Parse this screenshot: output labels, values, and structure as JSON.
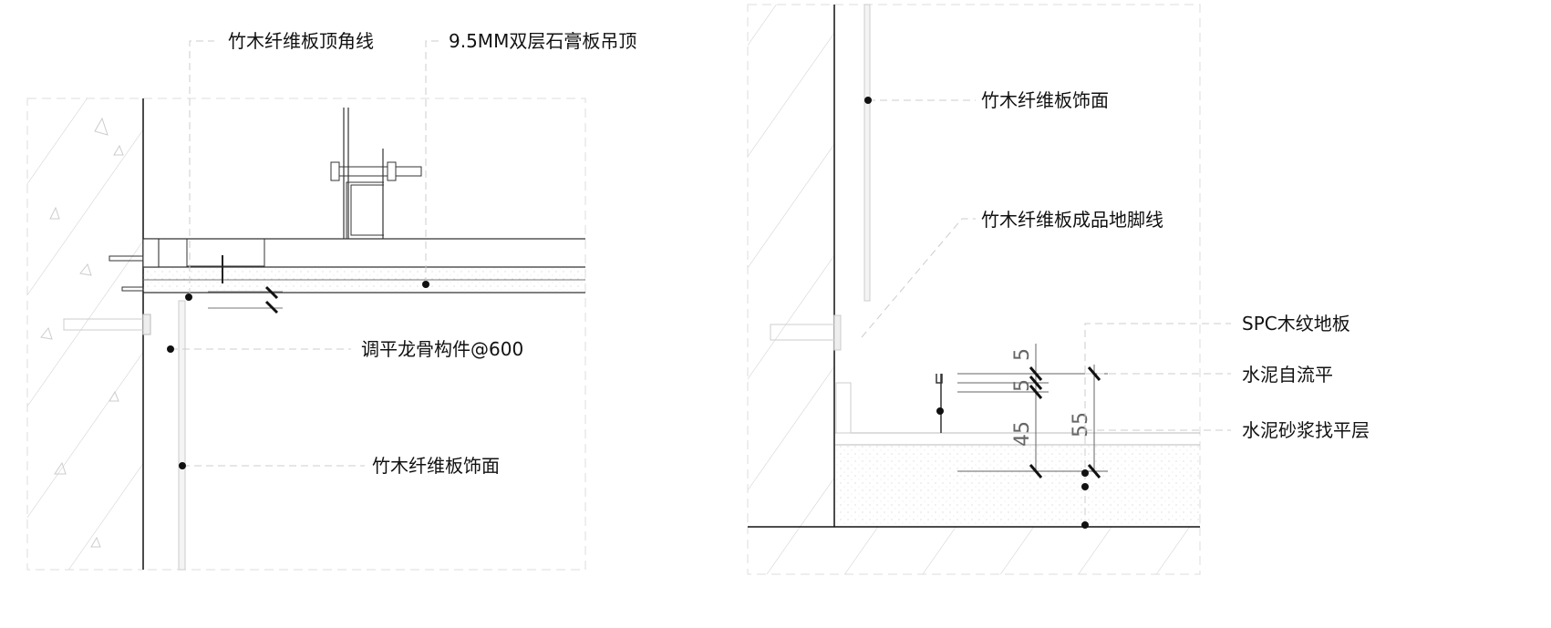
{
  "left_detail": {
    "labels": {
      "cornice": "竹木纤维板顶角线",
      "ceiling": "9.5MM双层石膏板吊顶",
      "keel": "调平龙骨构件@600",
      "wall_finish": "竹木纤维板饰面"
    }
  },
  "right_detail": {
    "labels": {
      "wall_finish": "竹木纤维板饰面",
      "skirting": "竹木纤维板成品地脚线",
      "spc_floor": "SPC木纹地板",
      "self_leveling": "水泥自流平",
      "mortar": "水泥砂浆找平层"
    },
    "dimensions": {
      "d1": "5",
      "d2": "5",
      "d3": "45",
      "d4": "55"
    }
  }
}
